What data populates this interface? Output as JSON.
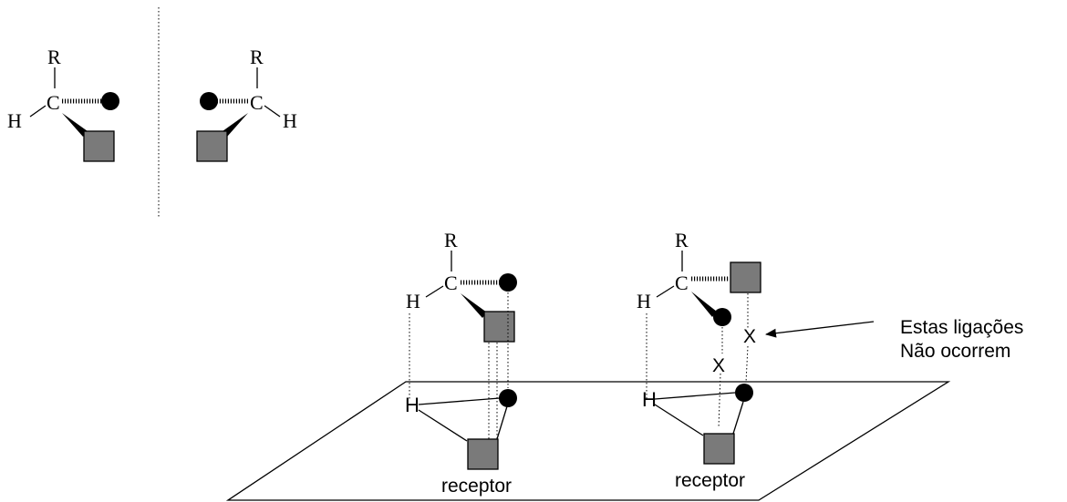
{
  "atoms": {
    "r": "R",
    "c": "C",
    "h": "H"
  },
  "receptor_label": "receptor",
  "receptor_h": "H",
  "x_mark": "X",
  "note": {
    "line1": "Estas ligações",
    "line2": "Não ocorrem"
  }
}
